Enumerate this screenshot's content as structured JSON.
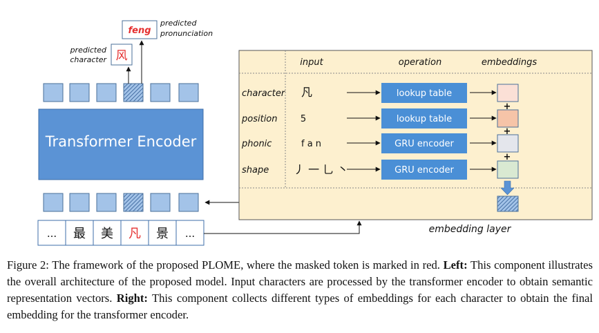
{
  "left": {
    "encoder_label": "Transformer Encoder",
    "output_note_character": [
      "predicted",
      "character"
    ],
    "predicted_character": "风",
    "output_note_pronunciation": [
      "predicted",
      "pronunciation"
    ],
    "predicted_pronunciation": "feng",
    "input_tokens": [
      "...",
      "最",
      "美",
      "凡",
      "景",
      "..."
    ]
  },
  "right": {
    "headers": {
      "input": "input",
      "operation": "operation",
      "embeddings": "embeddings"
    },
    "rows": [
      {
        "type": "character",
        "input": "凡",
        "operation": "lookup table",
        "color": "#fbe0d6"
      },
      {
        "type": "position",
        "input": "5",
        "operation": "lookup table",
        "color": "#f6c4a8"
      },
      {
        "type": "phonic",
        "input": "f a n",
        "operation": "GRU encoder",
        "color": "#e4e6ec"
      },
      {
        "type": "shape",
        "input": "丿 一 乚 丶",
        "operation": "GRU encoder",
        "color": "#d9e9d2"
      }
    ],
    "plus": "+",
    "layer_label": "embedding layer"
  },
  "caption": {
    "lead": "Figure 2:  The framework of the proposed PLOME, where the masked token is marked in red. ",
    "left_label": "Left:",
    "left_text": " This component illustrates the overall architecture of the proposed model. Input characters are processed by the transformer encoder to obtain semantic representation vectors. ",
    "right_label": "Right:",
    "right_text": " This component collects different types of embeddings for each character to obtain the final embedding for the transformer encoder."
  },
  "colors": {
    "encoder": "#5b93d5",
    "box": "#a3c3e8",
    "op_box": "#4a8fd6",
    "panel": "#fdf0cf",
    "masked_red": "#e53030",
    "down_arrow": "#5b93d5"
  }
}
